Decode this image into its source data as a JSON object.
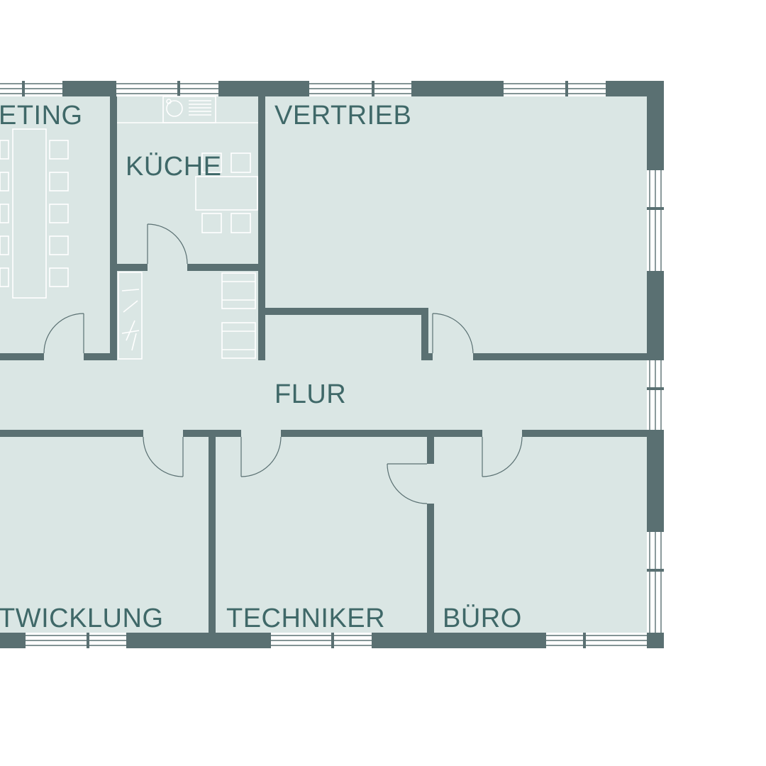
{
  "rooms": {
    "meeting": "ETING",
    "kueche": "KÜCHE",
    "vertrieb": "VERTRIEB",
    "flur": "FLUR",
    "entwicklung": "TWICKLUNG",
    "techniker": "TECHNIKER",
    "buero": "BÜRO"
  },
  "colors": {
    "wall": "#5a7072",
    "floor": "#dae6e4",
    "label": "#3f6868",
    "furniture": "#ffffff"
  }
}
